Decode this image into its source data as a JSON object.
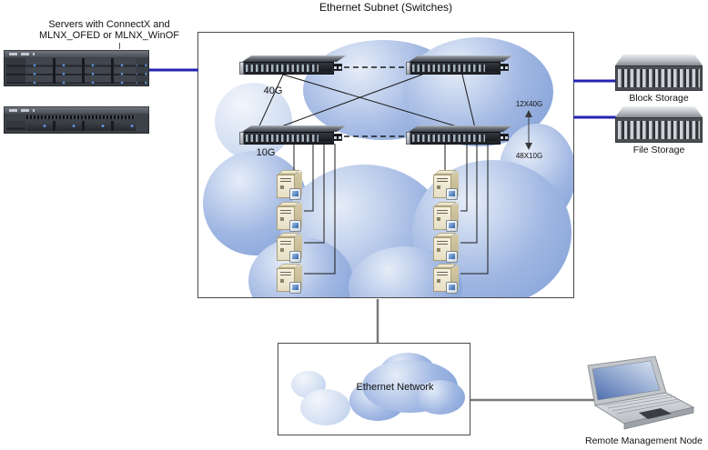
{
  "diagram_title": "Ethernet Subnet (Switches)",
  "servers_group": {
    "label_line1": "Servers with ConnectX and",
    "label_line2": "MLNX_OFED or MLNX_WinOF"
  },
  "subnet": {
    "spine_link_label": "40G",
    "leaf_link_label": "10G",
    "storage_uplink_label": "12X40G",
    "storage_downlink_label": "48X10G"
  },
  "storage_group": {
    "block_label": "Block Storage",
    "file_label": "File Storage"
  },
  "network_cloud": {
    "label": "Ethernet Network"
  },
  "management": {
    "label": "Remote Management Node"
  },
  "colors": {
    "link_blue": "#2323b0",
    "diagram_line": "#1a1a1a",
    "connector_gray": "#7a7a7a",
    "cloud_light": "#e6edf8",
    "cloud_mid": "#9fb6e2",
    "cloud_deep": "#7e9ed6",
    "box_border": "#4a4a4a",
    "text": "#111111"
  }
}
